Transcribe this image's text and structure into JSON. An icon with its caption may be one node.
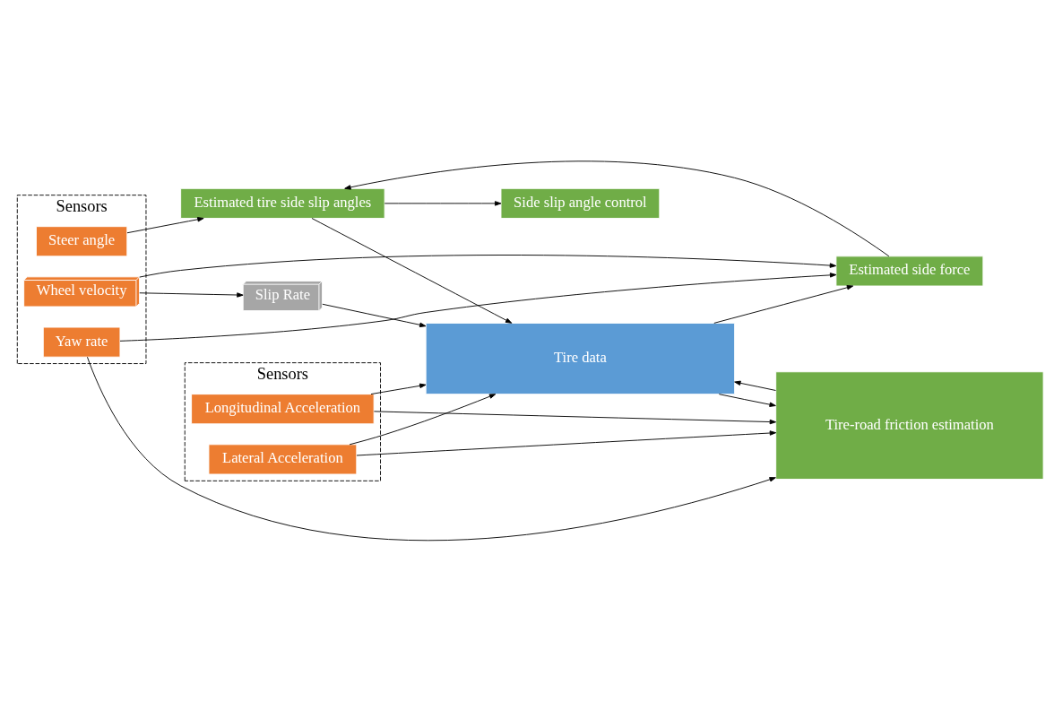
{
  "diagram": {
    "nodes": [
      {
        "text": [
          "Sensors"
        ]
      },
      {
        "text": [
          "Steer angle"
        ],
        "in": 0
      },
      {
        "text": [
          "Yaw rate"
        ],
        "in": 0
      },
      {
        "text": [
          "Wheel velocity"
        ],
        "in": 0
      },
      {
        "text": [
          "Slip Rate"
        ]
      },
      {
        "text": [
          "Estimated side force"
        ]
      },
      {
        "text": [
          "Estimated tire side slip angles"
        ]
      },
      {
        "text": [
          "Side slip angle control"
        ]
      },
      {
        "text": [
          "Tire data"
        ]
      },
      {
        "text": [
          "Sensors"
        ]
      },
      {
        "text": [
          "Longitudinal Acceleration"
        ],
        "in": 9
      },
      {
        "text": [
          "Lateral Acceleration"
        ],
        "in": 9
      },
      {
        "text": [
          "Tire-road friction estimation"
        ]
      }
    ],
    "edges": [
      {
        "from": 1,
        "to": 6,
        "arrow": "to"
      },
      {
        "from": 2,
        "to": 5,
        "arrow": "to"
      },
      {
        "from": 3,
        "to": 5,
        "arrow": "to"
      },
      {
        "from": 3,
        "to": 4,
        "arrow": "to"
      },
      {
        "from": 4,
        "to": 8,
        "arrow": "to"
      },
      {
        "from": 5,
        "to": 6,
        "arrow": "to"
      },
      {
        "from": 6,
        "to": 7,
        "arrow": "to"
      },
      {
        "from": 6,
        "to": 8,
        "arrow": "to"
      },
      {
        "from": 8,
        "to": 5,
        "arrow": "to"
      },
      {
        "from": 8,
        "to": 12,
        "arrow": "to"
      },
      {
        "from": 12,
        "to": 8,
        "arrow": "to"
      },
      {
        "from": 2,
        "to": 12,
        "arrow": "to"
      },
      {
        "from": 10,
        "to": 12,
        "arrow": "to"
      },
      {
        "from": 10,
        "to": 8,
        "arrow": "to"
      },
      {
        "from": 11,
        "to": 12,
        "arrow": "to"
      },
      {
        "from": 11,
        "to": 8,
        "arrow": "to"
      }
    ]
  }
}
